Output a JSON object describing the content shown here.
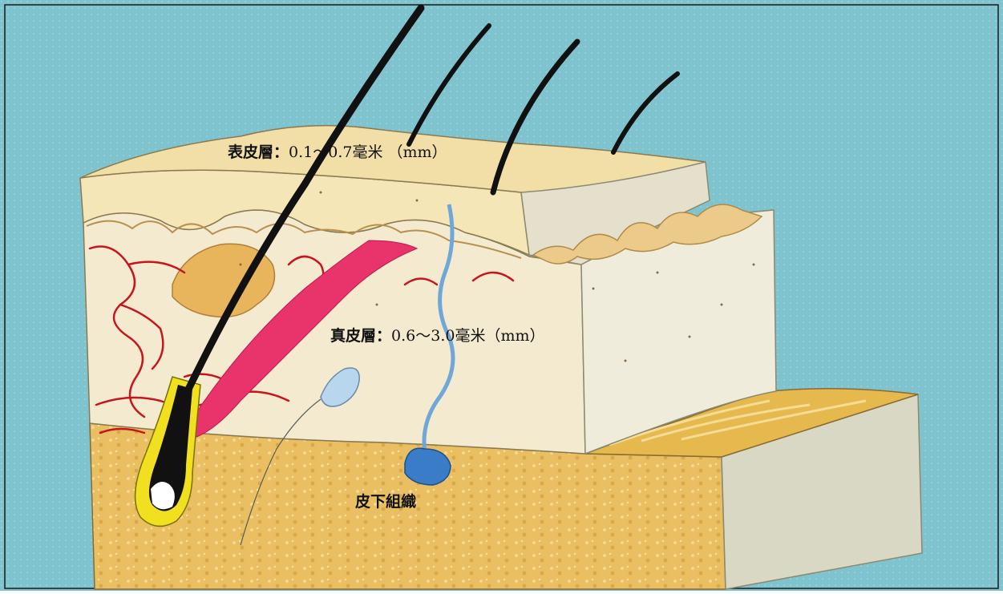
{
  "labels": {
    "epidermis": {
      "name": "表皮層",
      "sep": "：",
      "value": "0.1～0.7毫米 （mm）"
    },
    "dermis": {
      "name": "真皮層",
      "sep": "：",
      "value": "0.6～3.0毫米（mm）"
    },
    "subcutis": {
      "name": "皮下組織"
    }
  },
  "colors": {
    "background": "#7fc3cf",
    "epidermis": "#f2dfa8",
    "dermis": "#f4ead0",
    "subcutis": "#e9bf62",
    "side_face": "#dcdcc8",
    "blood_vessel": "#c8141e",
    "muscle": "#e8346a",
    "hair": "#111111",
    "nerve": "#6fa8d8",
    "follicle": "#f0e020"
  }
}
